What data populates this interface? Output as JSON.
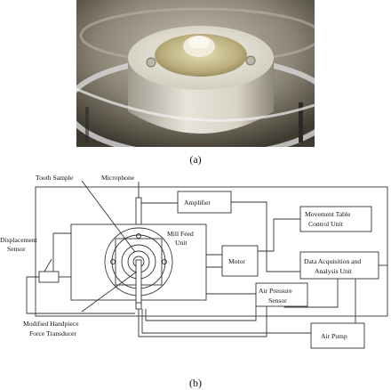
{
  "captions": {
    "a": "(a)",
    "b": "(b)"
  },
  "labels": {
    "tooth_sample": "Tooth Sample",
    "microphone": "Microphone",
    "amplifier": "Amplifier",
    "movement_table_line1": "Movement Table",
    "movement_table_line2": "Control Unit",
    "displacement_line1": "Displacement",
    "displacement_line2": "Sensor",
    "mill_feed_line1": "Mill Feed",
    "mill_feed_line2": "Unit",
    "motor": "Motor",
    "daq_line1": "Data Acquisition and",
    "daq_line2": "Analysis Unit",
    "air_pressure_line1": "Air Pressure",
    "air_pressure_line2": "Sensor",
    "handpiece_line1": "Modified Handpiece",
    "handpiece_line2": "Force Transducer",
    "air_pump": "Air Pump"
  }
}
